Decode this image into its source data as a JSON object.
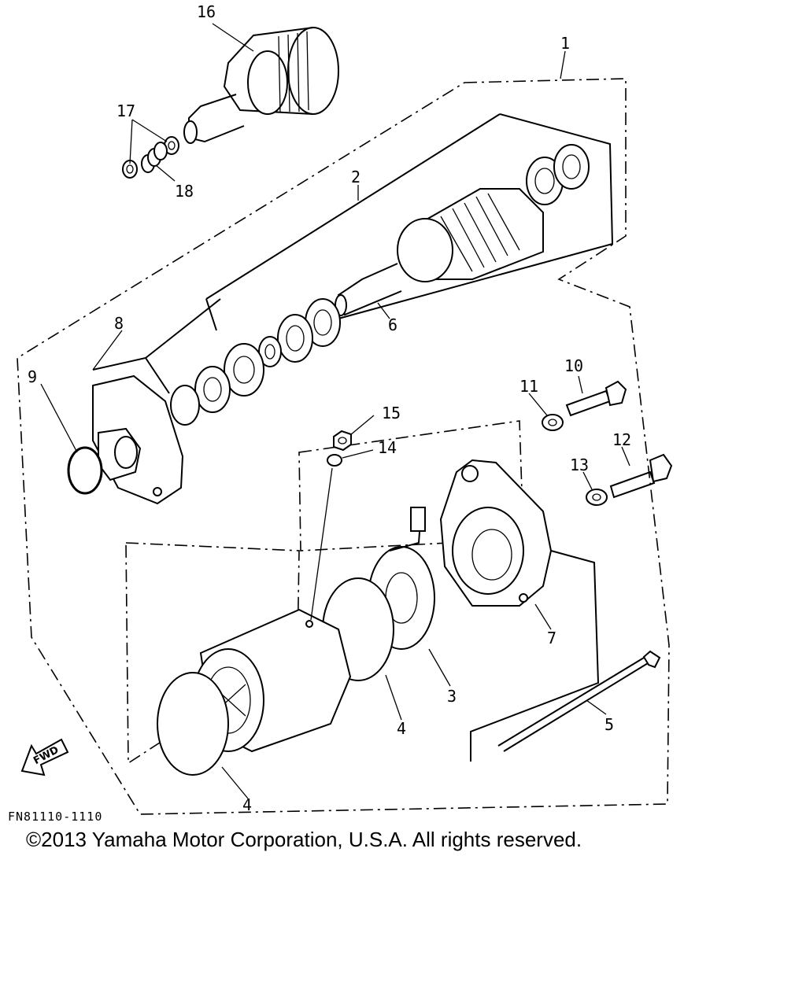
{
  "diagram": {
    "callouts": {
      "c1": "1",
      "c2": "2",
      "c3": "3",
      "c4a": "4",
      "c4b": "4",
      "c5": "5",
      "c6": "6",
      "c7": "7",
      "c8": "8",
      "c9": "9",
      "c10": "10",
      "c11": "11",
      "c12": "12",
      "c13": "13",
      "c14": "14",
      "c15": "15",
      "c16": "16",
      "c17": "17",
      "c18": "18"
    },
    "fwd_label": "FWD",
    "drawing_code": "FN81110-1110"
  },
  "copyright": "©2013 Yamaha Motor Corporation, U.S.A. All rights reserved."
}
